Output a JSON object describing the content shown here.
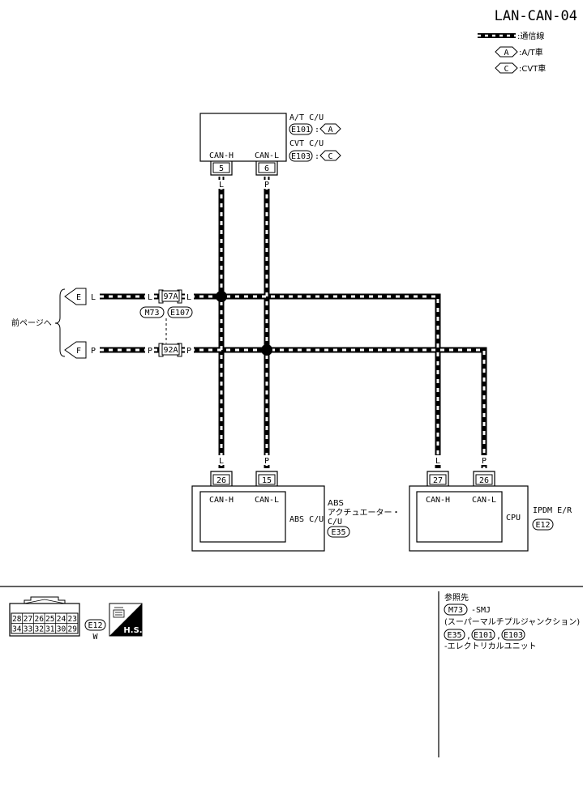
{
  "header": {
    "code": "LAN-CAN-04"
  },
  "legend": {
    "line_label": ":通信線",
    "a_symbol": "A",
    "a_label": ":A/T車",
    "c_symbol": "C",
    "c_label": ":CVT車"
  },
  "at_cu": {
    "title_at": "A/T C/U",
    "conn_at": "E101",
    "variant_at": "A",
    "title_cvt": "CVT C/U",
    "conn_cvt": "E103",
    "variant_cvt": "C",
    "term_h": "CAN-H",
    "term_l": "CAN-L",
    "pin_h": "5",
    "pin_l": "6",
    "wire_h": "L",
    "wire_l": "P"
  },
  "left_refs": {
    "label": "前ページへ",
    "e": "E",
    "e_wire1": "L",
    "e_wire2": "L",
    "e_wire3": "L",
    "f": "F",
    "f_wire1": "P",
    "f_wire2": "P",
    "f_wire3": "P",
    "pin_97a": "97A",
    "pin_92a": "92A",
    "conn_m73": "M73",
    "conn_e107": "E107"
  },
  "abs": {
    "title1": "ABS",
    "title2": "アクチュエーター・",
    "title3": "C/U",
    "inner": "ABS C/U",
    "conn": "E35",
    "term_h": "CAN-H",
    "term_l": "CAN-L",
    "pin_h": "26",
    "pin_l": "15",
    "wire_h": "L",
    "wire_l": "P"
  },
  "ipdm": {
    "title": "IPDM E/R",
    "inner": "CPU",
    "conn": "E12",
    "term_h": "CAN-H",
    "term_l": "CAN-L",
    "pin_h": "27",
    "pin_l": "26",
    "wire_h": "L",
    "wire_l": "P"
  },
  "connector_face": {
    "row1": [
      "28",
      "27",
      "26",
      "25",
      "24",
      "23"
    ],
    "row2": [
      "34",
      "33",
      "32",
      "31",
      "30",
      "29"
    ],
    "conn": "E12",
    "color": "W",
    "badge": "H.S."
  },
  "reference": {
    "title": "参照先",
    "m73": "M73",
    "m73_text": "-SMJ",
    "m73_desc": "(スーパーマルチプルジャンクション)",
    "e35": "E35",
    "e101": "E101",
    "e103": "E103",
    "sep1": ",",
    "sep2": ",",
    "ecu_text": "-エレクトリカルユニット"
  }
}
